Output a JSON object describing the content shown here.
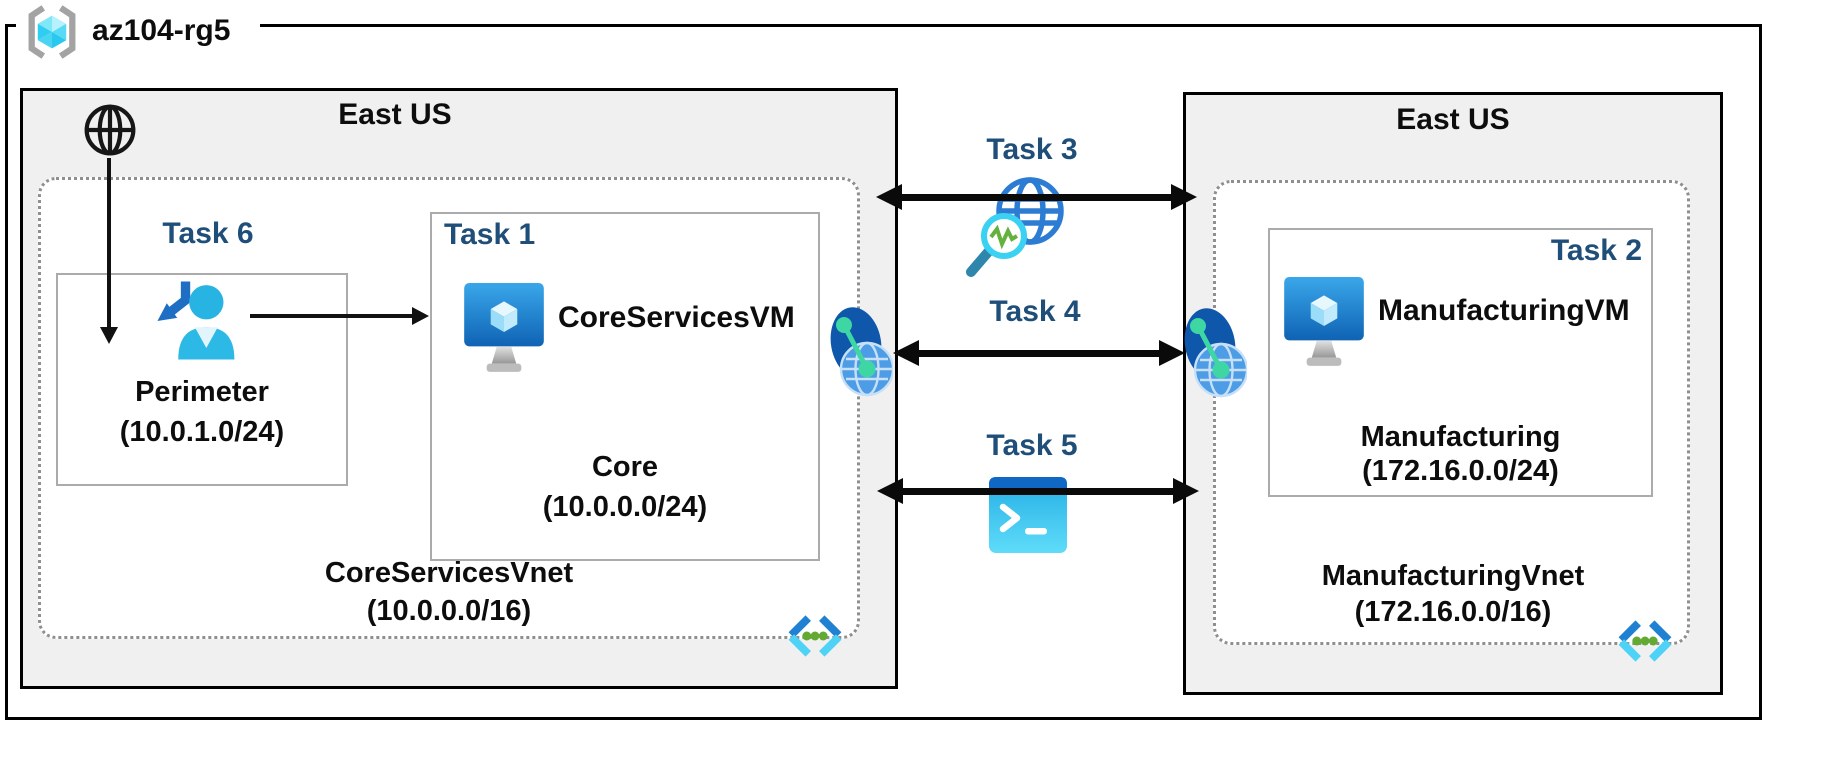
{
  "resource_group": {
    "name": "az104-rg5",
    "icon": "resource-group-icon"
  },
  "regions": {
    "left": {
      "label": "East US",
      "vnet_name": "CoreServicesVnet",
      "vnet_cidr": "(10.0.0.0/16)",
      "internet_icon": "internet-globe-icon",
      "code_icon": "code-brackets-icon",
      "perimeter": {
        "task": "Task 6",
        "name": "Perimeter",
        "cidr": "(10.0.1.0/24)",
        "icon": "user-signin-icon"
      },
      "core": {
        "task": "Task 1",
        "vm_name": "CoreServicesVM",
        "name": "Core",
        "cidr": "(10.0.0.0/24)",
        "icon": "virtual-machine-icon"
      }
    },
    "right": {
      "label": "East US",
      "vnet_name": "ManufacturingVnet",
      "vnet_cidr": "(172.16.0.0/16)",
      "code_icon": "code-brackets-icon",
      "manufacturing": {
        "task": "Task 2",
        "vm_name": "ManufacturingVM",
        "name": "Manufacturing",
        "cidr": "(172.16.0.0/24)",
        "icon": "virtual-machine-icon"
      }
    }
  },
  "connections": {
    "task3": {
      "label": "Task 3",
      "icon": "network-watcher-icon"
    },
    "task4": {
      "label": "Task 4",
      "icon": "vnet-peering-icon"
    },
    "task5": {
      "label": "Task 5",
      "icon": "cloud-shell-icon"
    }
  },
  "colors": {
    "task_label": "#1F4E79",
    "region_bg": "#f0f0f1",
    "subnet_border": "#ababab",
    "vnet_dotted_border": "#8f8f8f",
    "arrow": "#0a0a0a",
    "vm_blue": "#1565b8",
    "cyan_accent": "#45d1f5",
    "green_accent": "#3ed6a3"
  }
}
